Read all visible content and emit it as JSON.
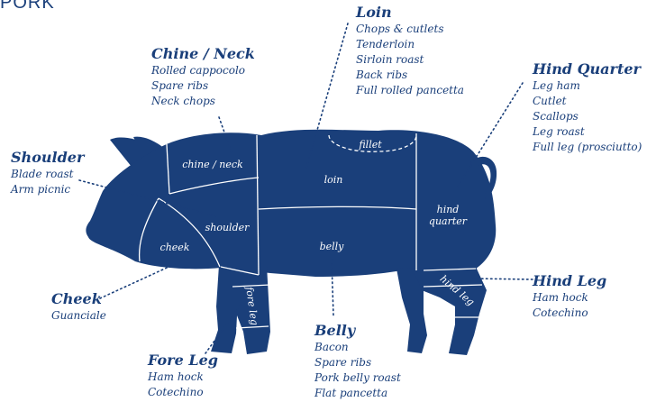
{
  "page_title": "PORK",
  "pig_labels": {
    "chine_neck": "chine / neck",
    "fillet": "fillet",
    "loin": "loin",
    "shoulder": "shoulder",
    "cheek": "cheek",
    "belly": "belly",
    "hind_quarter_1": "hind",
    "hind_quarter_2": "quarter",
    "fore_leg": "fore leg",
    "hind_leg": "hind leg"
  },
  "cuts": {
    "loin": {
      "title": "Loin",
      "items": [
        "Chops & cutlets",
        "Tenderloin",
        "Sirloin roast",
        "Back ribs",
        "Full rolled pancetta"
      ]
    },
    "chine_neck": {
      "title": "Chine / Neck",
      "items": [
        "Rolled cappocolo",
        "Spare ribs",
        "Neck chops"
      ]
    },
    "hind_quarter": {
      "title": "Hind Quarter",
      "items": [
        "Leg ham",
        "Cutlet",
        "Scallops",
        "Leg roast",
        "Full leg (prosciutto)"
      ]
    },
    "shoulder": {
      "title": "Shoulder",
      "items": [
        "Blade roast",
        "Arm picnic"
      ]
    },
    "cheek": {
      "title": "Cheek",
      "items": [
        "Guanciale"
      ]
    },
    "hind_leg": {
      "title": "Hind Leg",
      "items": [
        "Ham hock",
        "Cotechino"
      ]
    },
    "fore_leg": {
      "title": "Fore Leg",
      "items": [
        "Ham hock",
        "Cotechino"
      ]
    },
    "belly": {
      "title": "Belly",
      "items": [
        "Bacon",
        "Spare ribs",
        "Pork belly roast",
        "Flat pancetta"
      ]
    }
  },
  "colors": {
    "pig_fill": "#1a3f7a",
    "text": "#1a3f7a",
    "cut_lines": "#ffffff",
    "leader_dots": "#1a3f7a"
  }
}
